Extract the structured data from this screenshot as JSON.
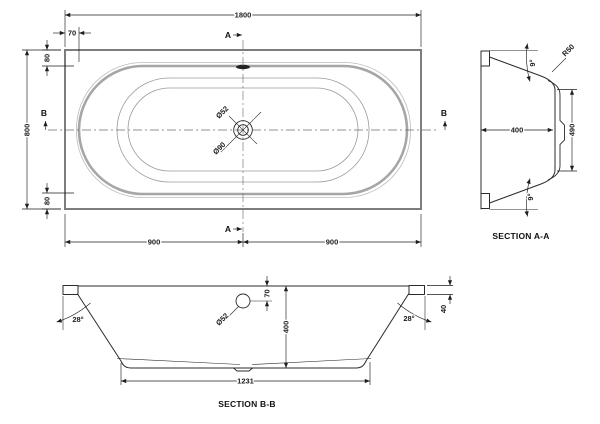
{
  "drawing": {
    "plan": {
      "dim_length": "1800",
      "dim_rim_offset": "70",
      "dim_inset_top": "80",
      "dim_width": "800",
      "dim_inset_bottom": "80",
      "dim_half_left": "900",
      "dim_half_right": "900",
      "drain_inner": "Ø52",
      "drain_outer": "Ø90",
      "marker_a": "A",
      "marker_b": "B"
    },
    "section_aa": {
      "label": "SECTION A-A",
      "angle_top": "9°",
      "angle_bottom": "9°",
      "radius": "R50",
      "dim_depth": "400",
      "dim_base": "490"
    },
    "section_bb": {
      "label": "SECTION B-B",
      "angle_left": "28°",
      "angle_right": "28°",
      "dim_overflow": "70",
      "overflow_dia": "Ø52",
      "dim_depth": "400",
      "dim_rim_drop": "40",
      "dim_base": "1231"
    }
  },
  "colors": {
    "background": "#ffffff",
    "line": "#2b2b2b",
    "rim_gray": "#a6a6a6",
    "dim": "#1f1f1f"
  }
}
